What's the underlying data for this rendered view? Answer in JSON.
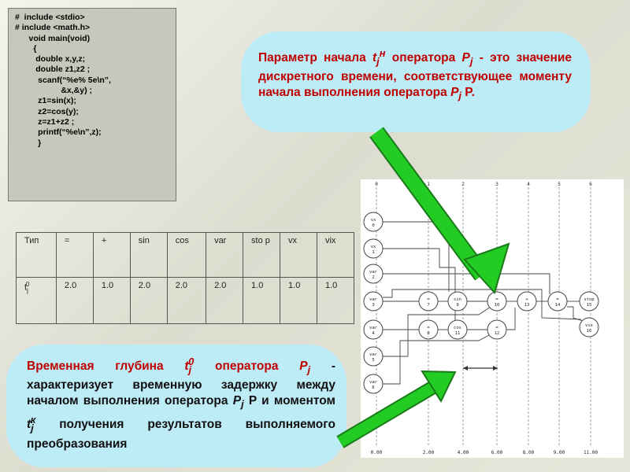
{
  "code": [
    "#  include <stdio>",
    "# include <math.h>",
    "      void main(void)",
    "        {",
    "         double x,y,z;",
    "         double z1,z2 ;",
    "          scanf(“%e% 5e\\n”,",
    "                    &x,&y) ;",
    "          z1=sin(x);",
    "          z2=cos(y);",
    "          z=z1+z2 ;",
    "          printf(“%e\\n”,z);",
    "          }"
  ],
  "table": {
    "row1": [
      "Тип",
      "=",
      "+",
      "sin",
      "cos",
      "var",
      "sto p",
      "vx",
      "vix"
    ],
    "row2_label": "t",
    "row2_sub": "j",
    "row2_sup": "0",
    "row2": [
      "2.0",
      "1.0",
      "2.0",
      "2.0",
      "2.0",
      "1.0",
      "1.0",
      "1.0"
    ]
  },
  "top_bubble": {
    "t1": "Параметр начала ",
    "t_sym": "t",
    "t_sub": "j",
    "t_sup": "н",
    "t2": " оператора ",
    "p_sym": "P",
    "p_sub": "j",
    "t3": " - это значение дискретного времени, соответствующее моменту начала выполнения оператора ",
    "p2_sym": "P",
    "p2_sub": "j",
    "t4": "  P."
  },
  "bottom_bubble": {
    "title": "Временная глубина ",
    "t_sym": "t",
    "t_sub": "j",
    "t_sup": "0",
    "t2": "  оператора ",
    "p_sym": "P",
    "p_sub": "j",
    "t3": " - характеризует временную задержку между началом выполнения оператора ",
    "p2_sym": "P",
    "p2_sub": "j",
    "t4": "  P и моментом ",
    "tk_sym": "t",
    "tk_sub": "j",
    "tk_sup": "к",
    "t5": "  получения результатов выполняемого преобразования"
  },
  "diagram": {
    "top_ticks": [
      "0",
      "1",
      "2",
      "3",
      "4",
      "5",
      "6"
    ],
    "bottom_ticks": [
      "0.00",
      "2.00",
      "4.00",
      "6.00",
      "8.00",
      "9.00",
      "11.00"
    ],
    "nodes": [
      {
        "l1": "vx",
        "l2": "0"
      },
      {
        "l1": "vx",
        "l2": "1"
      },
      {
        "l1": "var",
        "l2": "2"
      },
      {
        "l1": "var",
        "l2": "3"
      },
      {
        "l1": "var",
        "l2": "4"
      },
      {
        "l1": "var",
        "l2": "5"
      },
      {
        "l1": "var",
        "l2": "6"
      },
      {
        "l1": "=",
        "l2": "7"
      },
      {
        "l1": "=",
        "l2": "8"
      },
      {
        "l1": "sin",
        "l2": "9"
      },
      {
        "l1": "cos",
        "l2": "11"
      },
      {
        "l1": "=",
        "l2": "10"
      },
      {
        "l1": "=",
        "l2": "12"
      },
      {
        "l1": "+",
        "l2": "13"
      },
      {
        "l1": "=",
        "l2": "14"
      },
      {
        "l1": "stop",
        "l2": "15"
      },
      {
        "l1": "vix",
        "l2": "16"
      }
    ]
  },
  "colors": {
    "bubble_fill": "#bdebf6",
    "arrow_green": "#22cc22",
    "title_red": "#c00000"
  }
}
